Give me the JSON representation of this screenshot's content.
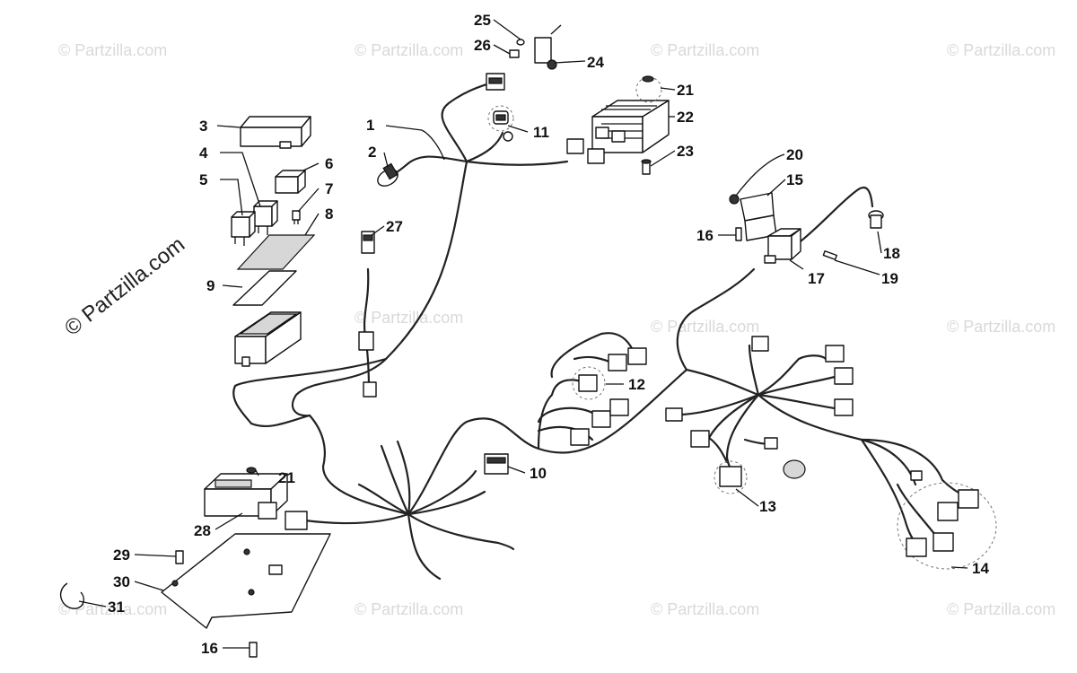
{
  "watermark": {
    "small_text": "© Partzilla.com",
    "side_text": "© Partzilla.com"
  },
  "callouts": [
    {
      "id": "1",
      "label": "1"
    },
    {
      "id": "2",
      "label": "2"
    },
    {
      "id": "3",
      "label": "3"
    },
    {
      "id": "4",
      "label": "4"
    },
    {
      "id": "5",
      "label": "5"
    },
    {
      "id": "6",
      "label": "6"
    },
    {
      "id": "7",
      "label": "7"
    },
    {
      "id": "8",
      "label": "8"
    },
    {
      "id": "9",
      "label": "9"
    },
    {
      "id": "10",
      "label": "10"
    },
    {
      "id": "11",
      "label": "11"
    },
    {
      "id": "12",
      "label": "12"
    },
    {
      "id": "13",
      "label": "13"
    },
    {
      "id": "14",
      "label": "14"
    },
    {
      "id": "15",
      "label": "15"
    },
    {
      "id": "16a",
      "label": "16"
    },
    {
      "id": "16b",
      "label": "16"
    },
    {
      "id": "17",
      "label": "17"
    },
    {
      "id": "18",
      "label": "18"
    },
    {
      "id": "19",
      "label": "19"
    },
    {
      "id": "20",
      "label": "20"
    },
    {
      "id": "21a",
      "label": "21"
    },
    {
      "id": "21b",
      "label": "21"
    },
    {
      "id": "22",
      "label": "22"
    },
    {
      "id": "23",
      "label": "23"
    },
    {
      "id": "24",
      "label": "24"
    },
    {
      "id": "25",
      "label": "25"
    },
    {
      "id": "26",
      "label": "26"
    },
    {
      "id": "27",
      "label": "27"
    },
    {
      "id": "28",
      "label": "28"
    },
    {
      "id": "29",
      "label": "29"
    },
    {
      "id": "30",
      "label": "30"
    },
    {
      "id": "31",
      "label": "31"
    }
  ]
}
